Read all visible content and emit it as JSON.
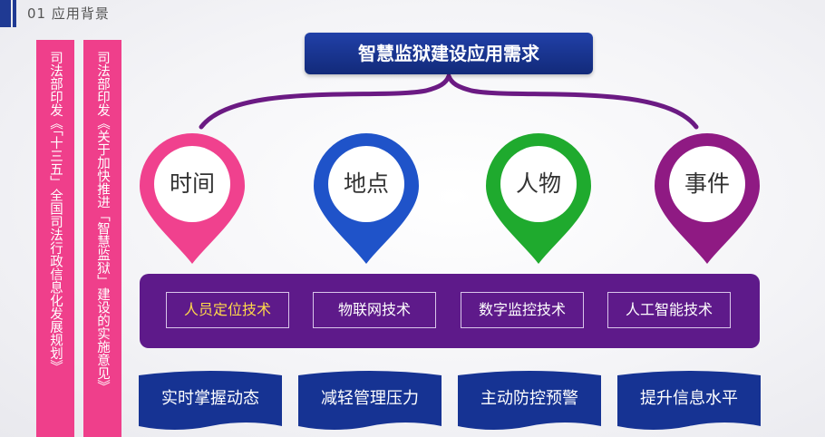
{
  "header": {
    "title": "01  应用背景"
  },
  "banners": [
    {
      "text": "司法部印发《「十三五」全国司法行政信息化发展规划》"
    },
    {
      "text": "司法部印发《关于加快推进「智慧监狱」建设的实施意见》"
    }
  ],
  "diagram": {
    "top_title": "智慧监狱建设应用需求",
    "pins": [
      {
        "label": "时间",
        "color": "#f0418e"
      },
      {
        "label": "地点",
        "color": "#1f53c9"
      },
      {
        "label": "人物",
        "color": "#1faa2e"
      },
      {
        "label": "事件",
        "color": "#8f1a83"
      }
    ],
    "technologies": [
      {
        "label": "人员定位技术"
      },
      {
        "label": "物联网技术"
      },
      {
        "label": "数字监控技术"
      },
      {
        "label": "人工智能技术"
      }
    ],
    "benefits": [
      {
        "label": "实时掌握动态"
      },
      {
        "label": "减轻管理压力"
      },
      {
        "label": "主动防控预警"
      },
      {
        "label": "提升信息水平"
      }
    ],
    "colors": {
      "navy": "#163393",
      "purple": "#5e1a8a",
      "pink": "#ef3f8b"
    }
  }
}
